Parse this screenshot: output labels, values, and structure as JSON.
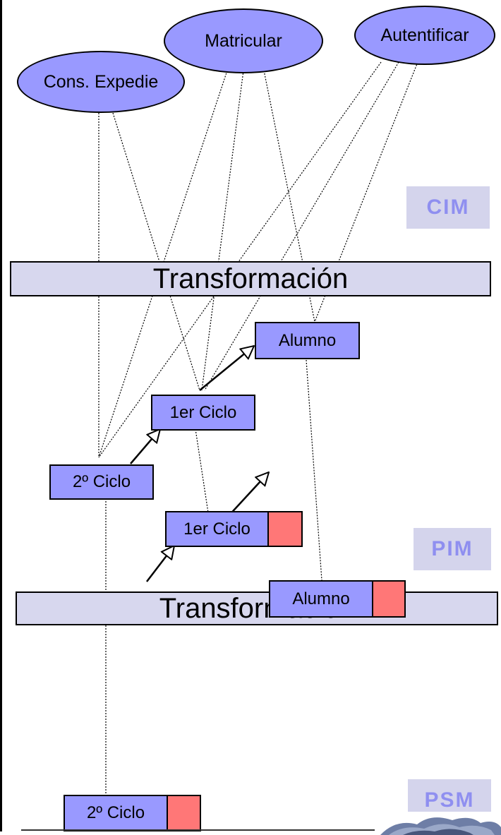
{
  "use_cases": {
    "cons_expediente": "Cons. Expedie",
    "matricular": "Matricular",
    "autentificar": "Autentificar"
  },
  "levels": {
    "cim": "CIM",
    "pim": "PIM",
    "psm": "PSM"
  },
  "transformations": {
    "first": "Transformación",
    "second": "Transformación"
  },
  "pim_classes": {
    "alumno": "Alumno",
    "primer_ciclo": "1er Ciclo",
    "segundo_ciclo": "2º Ciclo"
  },
  "psm_classes": {
    "alumno": "Alumno",
    "primer_ciclo": "1er Ciclo",
    "segundo_ciclo": "2º Ciclo"
  },
  "colors": {
    "class_fill": "#9999ff",
    "band_fill": "#d7d7ee",
    "level_label_text": "#8f8ff0",
    "psm_marker": "#ff7777"
  }
}
